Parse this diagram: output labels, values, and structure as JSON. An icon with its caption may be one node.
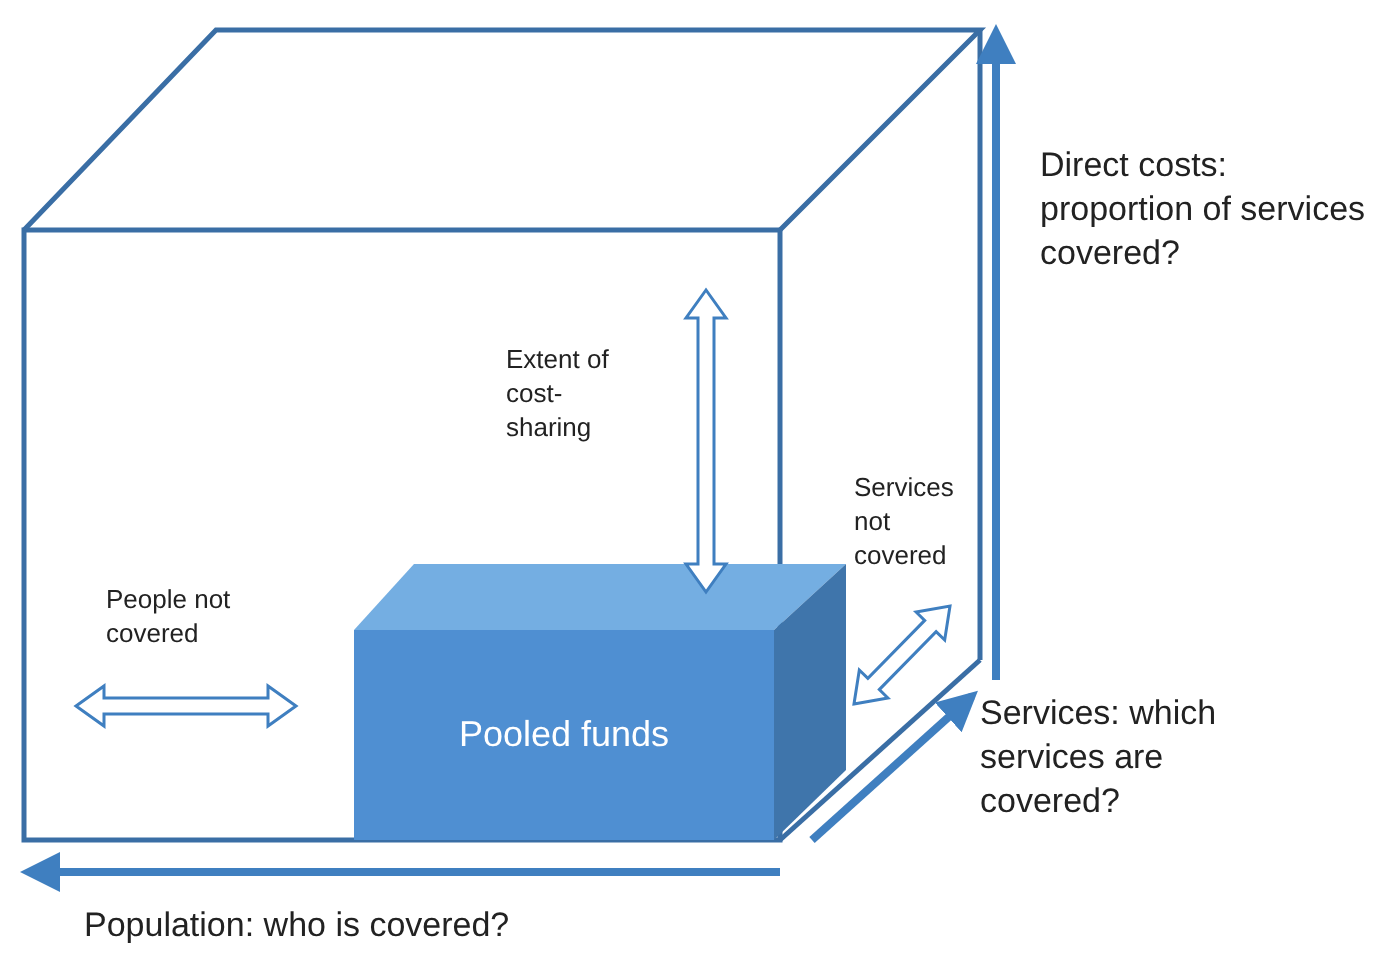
{
  "diagram": {
    "nodes": [
      {
        "text": [
          "Pooled funds"
        ]
      }
    ],
    "edges": [],
    "labels": [
      "Direct costs: proportion of services covered?",
      "Extent of cost-sharing",
      "Services not covered",
      "People not covered",
      "Services: which services are covered?",
      "Population: who is covered?"
    ]
  }
}
